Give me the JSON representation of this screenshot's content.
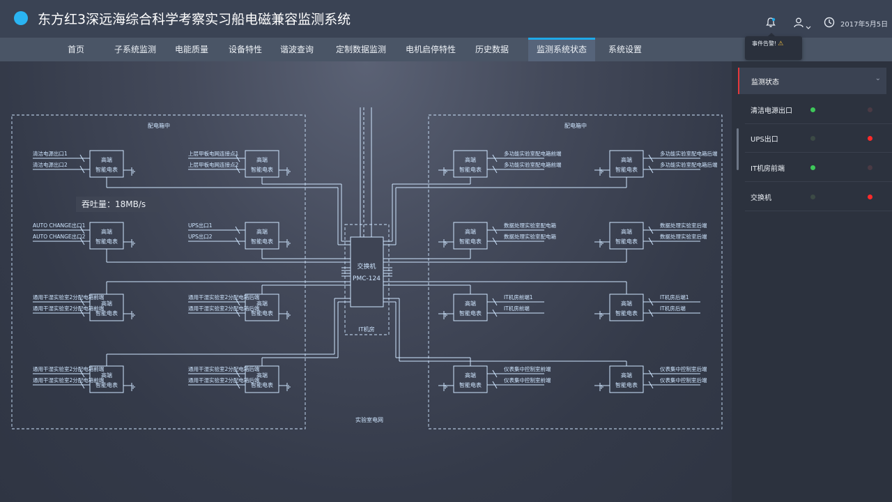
{
  "header": {
    "title": "东方红3深远海综合科学考察实习船电磁兼容监测系统",
    "date": "2017年5月5日",
    "icons": [
      "bell-icon",
      "user-icon",
      "chevron-down-icon",
      "clock-icon"
    ],
    "tooltip": {
      "text": "事件告警!",
      "icon": "warning-icon"
    }
  },
  "nav": {
    "items": [
      {
        "label": "首页"
      },
      {
        "label": "子系统监测"
      },
      {
        "label": "电能质量"
      },
      {
        "label": "设备特性"
      },
      {
        "label": "谐波查询"
      },
      {
        "label": "定制数据监测"
      },
      {
        "label": "电机启停特性"
      },
      {
        "label": "历史数据"
      },
      {
        "label": "监测系统状态"
      },
      {
        "label": "系统设置"
      }
    ],
    "active": "监测系统状态"
  },
  "diagram": {
    "left_box_label": "配电箱中",
    "right_box_label": "配电箱中",
    "bottom_label": "实验室电网",
    "throughput": "吞吐量：18MB/s",
    "switch": {
      "line1": "交换机",
      "line2": "PMC-124",
      "room": "IT机房"
    },
    "meter": {
      "line1": "高端",
      "line2": "智能电表"
    },
    "left_outer": [
      [
        "清洁电源出口1",
        "清洁电源出口2"
      ],
      [
        "AUTO CHANGE出口1",
        "AUTO CHANGE出口2"
      ],
      [
        "通用干湿实验室2分配电箱前端",
        "通用干湿实验室2分配电箱前端"
      ],
      [
        "通用干湿实验室2分配电箱前端",
        "通用干湿实验室2分配电箱前端"
      ]
    ],
    "left_inner": [
      [
        "上层甲板电网连接点1",
        "上层甲板电网连接点2"
      ],
      [
        "UPS出口1",
        "UPS出口2"
      ],
      [
        "通用干湿实验室2分配电箱后端",
        "通用干湿实验室2分配电箱后端"
      ],
      [
        "通用干湿实验室2分配电箱后端",
        "通用干湿实验室2分配电箱后端"
      ]
    ],
    "right_inner": [
      [
        "多功能实验室配电箱前端",
        "多功能实验室配电箱前端"
      ],
      [
        "数据处理实验室配电箱",
        "数据处理实验室配电箱"
      ],
      [
        "IT机房前端1",
        "IT机房前端"
      ],
      [
        "仪表集中控制室前端",
        "仪表集中控制室前端"
      ]
    ],
    "right_outer": [
      [
        "多功能实验室配电箱后端",
        "多功能实验室配电箱后端"
      ],
      [
        "数据处理实验室后端",
        "数据处理实验室后端"
      ],
      [
        "IT机房后端1",
        "IT机房后端"
      ],
      [
        "仪表集中控制室后端",
        "仪表集中控制室后端"
      ]
    ]
  },
  "sidebar": {
    "title": "监测状态",
    "rows": [
      {
        "label": "清洁电源出口",
        "green": true,
        "red": false
      },
      {
        "label": "UPS出口",
        "green": false,
        "red": true
      },
      {
        "label": "IT机房前端",
        "green": true,
        "red": false
      },
      {
        "label": "交换机",
        "green": false,
        "red": true
      }
    ]
  },
  "colors": {
    "accent": "#1fa9e8",
    "alarm": "#ff2a2a",
    "ok": "#3ec85a",
    "line": "#cfe6ff"
  }
}
